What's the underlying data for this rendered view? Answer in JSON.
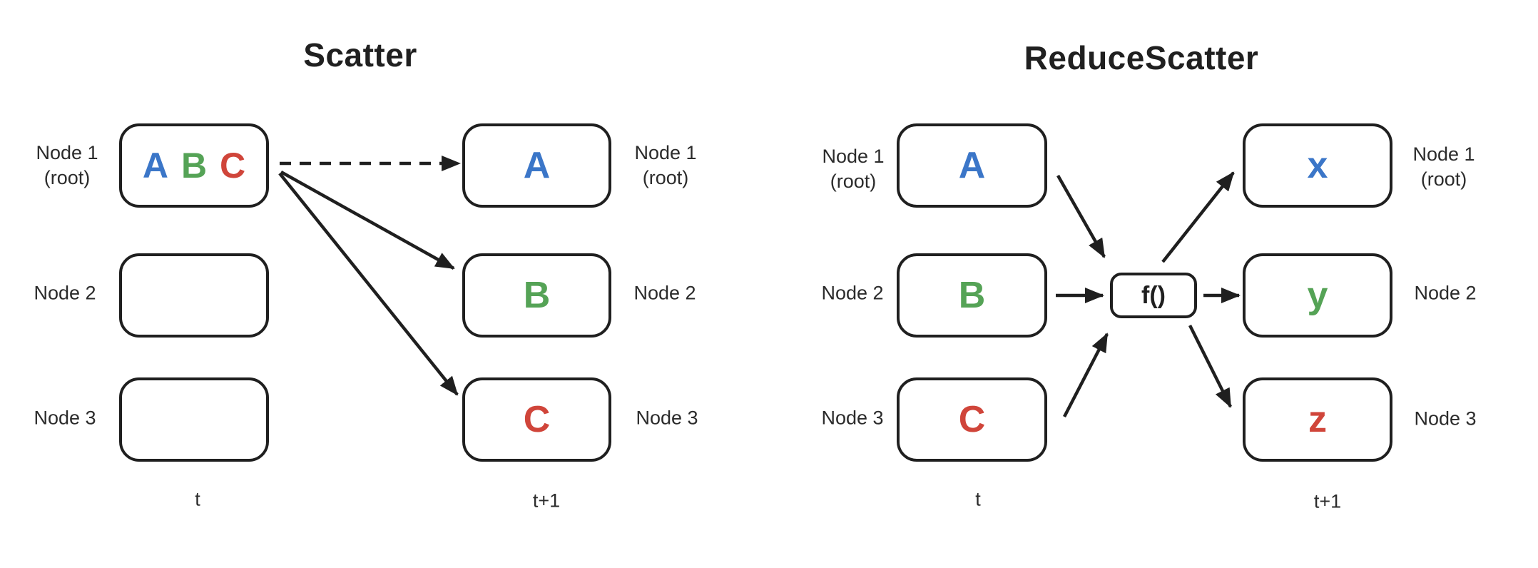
{
  "palette": {
    "blue": "#3b76c8",
    "green": "#55a356",
    "red": "#d0453a",
    "line": "#1f1f1f"
  },
  "node_labels": {
    "node1": "Node 1",
    "root": "(root)",
    "node2": "Node 2",
    "node3": "Node 3"
  },
  "scatter": {
    "title": "Scatter",
    "source_items": [
      {
        "label": "A",
        "color": "#3b76c8"
      },
      {
        "label": "B",
        "color": "#55a356"
      },
      {
        "label": "C",
        "color": "#d0453a"
      }
    ],
    "result_items": [
      {
        "label": "A",
        "color": "#3b76c8"
      },
      {
        "label": "B",
        "color": "#55a356"
      },
      {
        "label": "C",
        "color": "#d0453a"
      }
    ],
    "time_before": "t",
    "time_after": "t+1"
  },
  "reduce_scatter": {
    "title": "ReduceScatter",
    "input_items": [
      {
        "label": "A",
        "color": "#3b76c8"
      },
      {
        "label": "B",
        "color": "#55a356"
      },
      {
        "label": "C",
        "color": "#d0453a"
      }
    ],
    "output_items": [
      {
        "label": "x",
        "color": "#3b76c8"
      },
      {
        "label": "y",
        "color": "#55a356"
      },
      {
        "label": "z",
        "color": "#d0453a"
      }
    ],
    "fn_label": "f()",
    "time_before": "t",
    "time_after": "t+1"
  }
}
